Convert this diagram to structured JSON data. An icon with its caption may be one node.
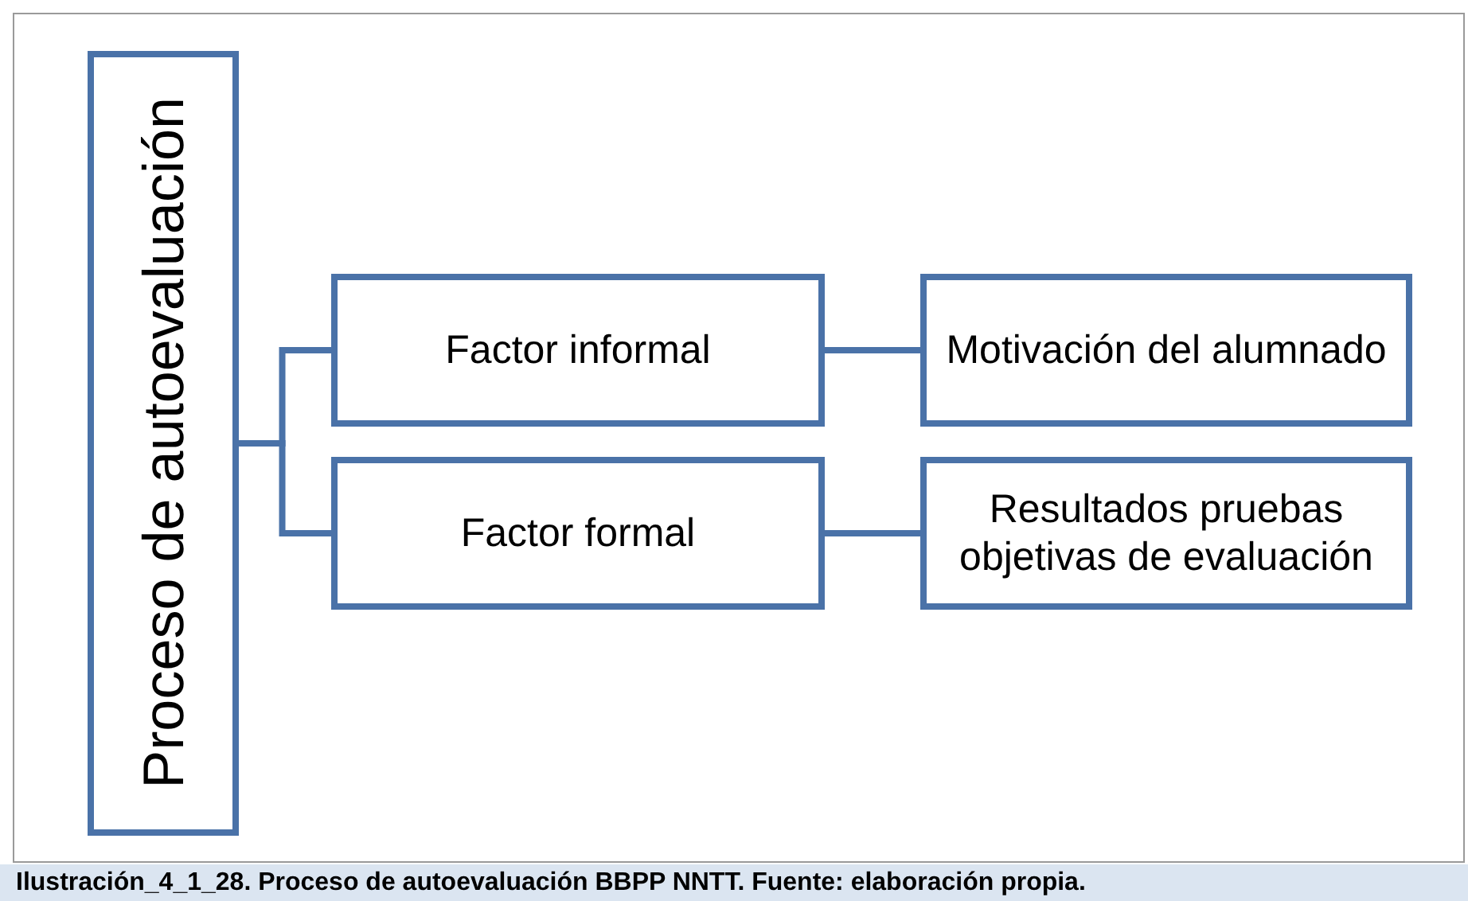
{
  "diagram": {
    "caption": "Ilustración_4_1_28. Proceso de autoevaluación BBPP NNTT. Fuente: elaboración propia.",
    "nodes": [
      {
        "text": [
          "Proceso de autoevaluación"
        ]
      },
      {
        "text": [
          "Factor informal"
        ]
      },
      {
        "text": [
          "Factor formal"
        ]
      },
      {
        "text": [
          "Motivación del alumnado"
        ]
      },
      {
        "text": [
          "Resultados pruebas objetivas de evaluación"
        ]
      }
    ],
    "edges": [
      {
        "from": 0,
        "to": 1,
        "arrow": "none"
      },
      {
        "from": 0,
        "to": 2,
        "arrow": "none"
      },
      {
        "from": 1,
        "to": 3,
        "arrow": "none"
      },
      {
        "from": 2,
        "to": 4,
        "arrow": "none"
      }
    ]
  }
}
